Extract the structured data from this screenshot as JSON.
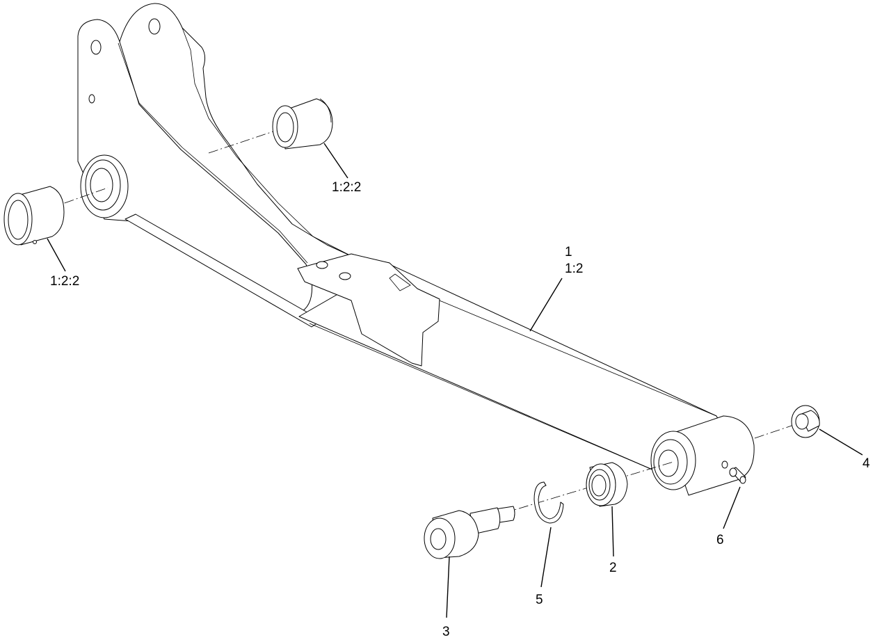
{
  "callouts": {
    "bushing_upper": "1:2:2",
    "bushing_left": "1:2:2",
    "arm_item": "1",
    "arm_sub": "1:2",
    "bushing_2": "2",
    "pin_3": "3",
    "flange_4": "4",
    "ring_5": "5",
    "fitting_6": "6"
  }
}
